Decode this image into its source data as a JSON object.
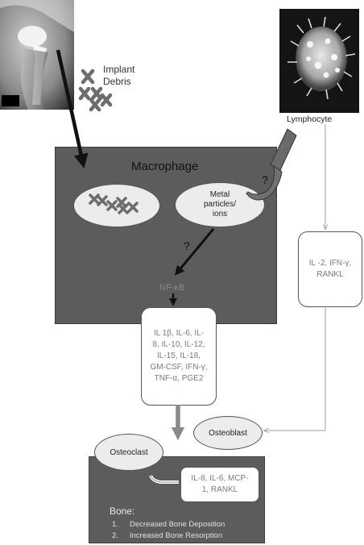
{
  "implant_debris": {
    "line1": "Implant",
    "line2": "Debris"
  },
  "lymphocyte": {
    "label": "Lymphocyte"
  },
  "macrophage": {
    "title": "Macrophage",
    "metal_particles": {
      "line1": "Metal",
      "line2": "particles/",
      "line3": "ions"
    },
    "question_mark_1": "?",
    "question_mark_2": "?",
    "nfkb": "NF-κB"
  },
  "lymphocyte_cytokines": {
    "line1": "IL -2, IFN-γ,",
    "line2": "RANKL"
  },
  "cytokines": {
    "line1": "IL 1β, IL-6, IL-",
    "line2": "8, IL-10, IL-12,",
    "line3": "IL-15, IL-18,",
    "line4": "GM-CSF, IFN-γ,",
    "line5": "TNF-α, PGE2"
  },
  "osteoclast": {
    "label": "Osteoclast"
  },
  "osteoblast": {
    "label": "Osteoblast"
  },
  "osteoblast_cytokines": {
    "line1": "IL-8, IL-6, MCP-",
    "line2": "1, RANKL"
  },
  "bone": {
    "title": "Bone:",
    "items": [
      {
        "num": "1.",
        "text": "Decreased Bone Deposition"
      },
      {
        "num": "2.",
        "text": "Increased Bone Resorption"
      }
    ]
  },
  "colors": {
    "dark_box": "#5c5c5c",
    "arrow_black": "#111111",
    "arrow_gray": "#8a8a8a",
    "thin_line": "#a0a0a0"
  }
}
